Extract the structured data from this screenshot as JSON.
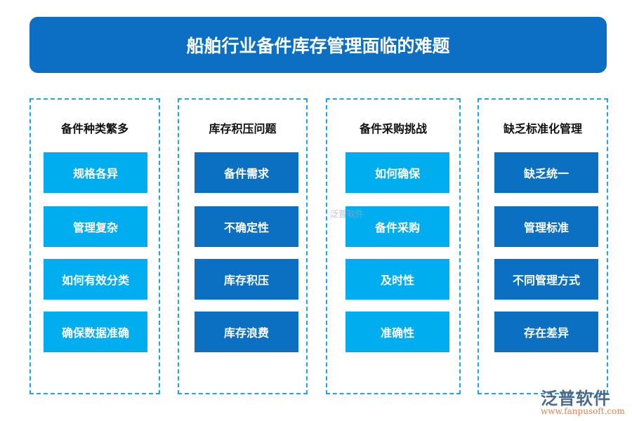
{
  "title": "船舶行业备件库存管理面临的难题",
  "columns": [
    {
      "heading": "备件种类繁多",
      "items": [
        "规格各异",
        "管理复杂",
        "如何有效分类",
        "确保数据准确"
      ],
      "style": "light"
    },
    {
      "heading": "库存积压问题",
      "items": [
        "备件需求",
        "不确定性",
        "库存积压",
        "库存浪费"
      ],
      "style": "dark"
    },
    {
      "heading": "备件采购挑战",
      "items": [
        "如何确保",
        "备件采购",
        "及时性",
        "准确性"
      ],
      "style": "light"
    },
    {
      "heading": "缺乏标准化管理",
      "items": [
        "缺乏统一",
        "管理标准",
        "不同管理方式",
        "存在差异"
      ],
      "style": "dark"
    }
  ],
  "watermark": {
    "center": "泛普软件",
    "logo_name": "泛普软件",
    "logo_url": "www.fanpusoft.com"
  },
  "colors": {
    "light": "#00aeef",
    "dark": "#0b6fc2",
    "title_bg": "#0c6fc3"
  }
}
